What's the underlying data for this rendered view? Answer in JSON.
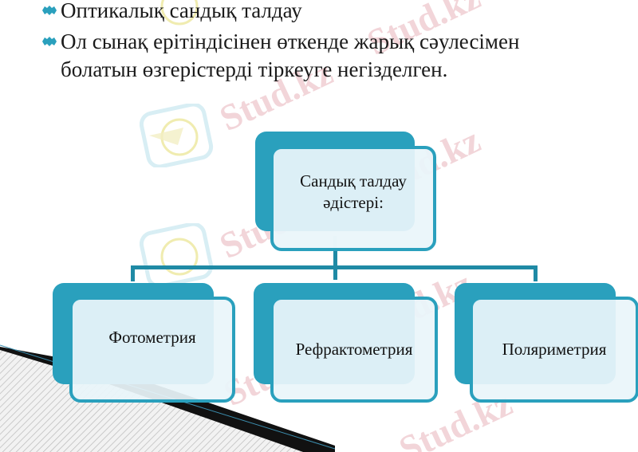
{
  "bullets": [
    {
      "text": "Оптикалық сандық талдау"
    },
    {
      "line1": "Ол сынақ ерітіндісінен өткенде жарық сәулесімен",
      "line2": "болатын өзгерістерді тіркеуге негізделген."
    }
  ],
  "diagram": {
    "root": {
      "line1": "Сандық талдау",
      "line2": "әдістері:"
    },
    "children": [
      {
        "label": "Фотометрия"
      },
      {
        "label": "Рефрактометрия"
      },
      {
        "label": "Поляриметрия"
      }
    ]
  },
  "watermark": {
    "text": "Stud.kz"
  },
  "colors": {
    "accent": "#2aa0bd",
    "connector": "#1f8aa5",
    "box_fill": "#e9f5fa",
    "bullet": "#2aa0bd",
    "watermark": "#e8b8be"
  }
}
